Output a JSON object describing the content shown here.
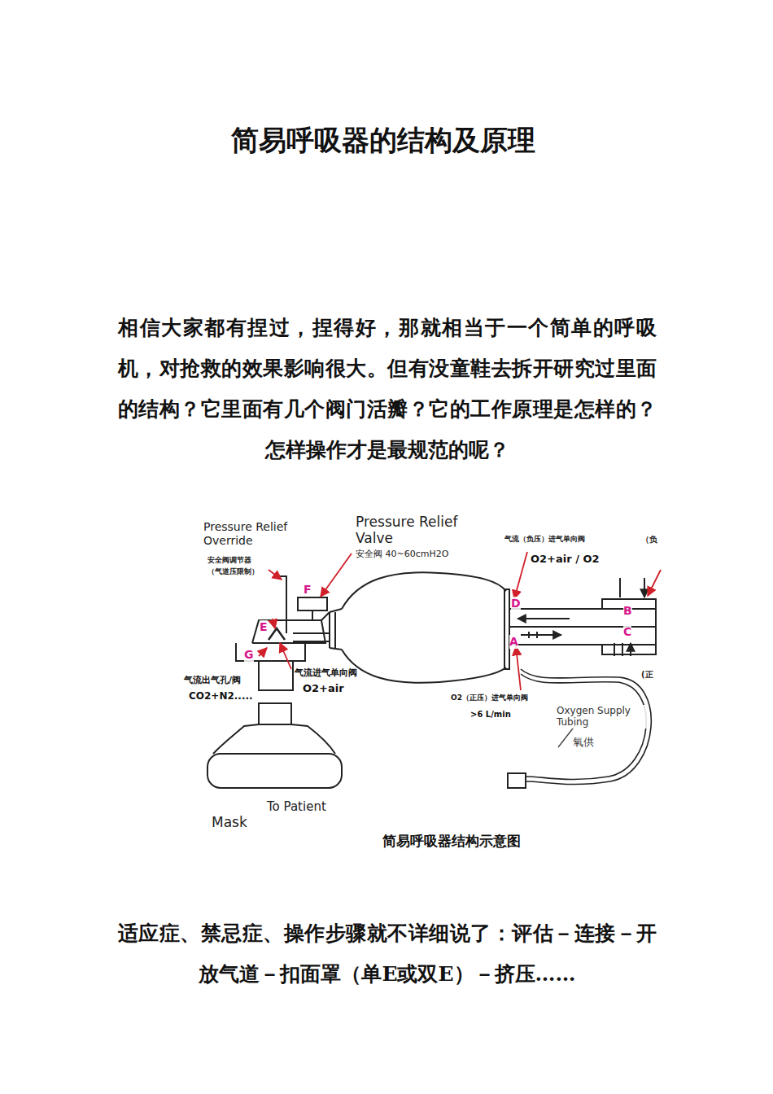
{
  "diagram": {
    "title": "简易呼吸器的结构及原理",
    "caption": "简易呼吸器结构示意图",
    "labels": [
      "相信大家都有捏过，捏得好，那就相当于一个简单的呼吸机，对抢救的效果影响很大。但有没童鞋去拆开研究过里面的结构？它里面有几个阀门活瓣？它的工作原理是怎样的？怎样操作才是最规范的呢？",
      "Pressure Relief Override",
      "安全阀调节器",
      "（气道压限制）",
      "Pressure Relief Valve",
      "安全阀 40~60cmH2O",
      "F",
      "E",
      "G",
      "气流（负压）进气单向阀",
      "O2+air / O2",
      "（负",
      "D",
      "B",
      "C",
      "A",
      "气流出气孔/阀",
      "CO2+N2.....",
      "气流进气单向阀",
      "O2+air",
      "O2（正压）进气单向阀",
      ">6 L/min",
      "(正",
      "Oxygen Supply Tubing",
      "氧供",
      "To Patient",
      "Mask",
      "适应症、禁忌症、操作步骤就不详细说了：评估－连接－开放气道－扣面罩（单E或双E）－挤压……"
    ]
  }
}
